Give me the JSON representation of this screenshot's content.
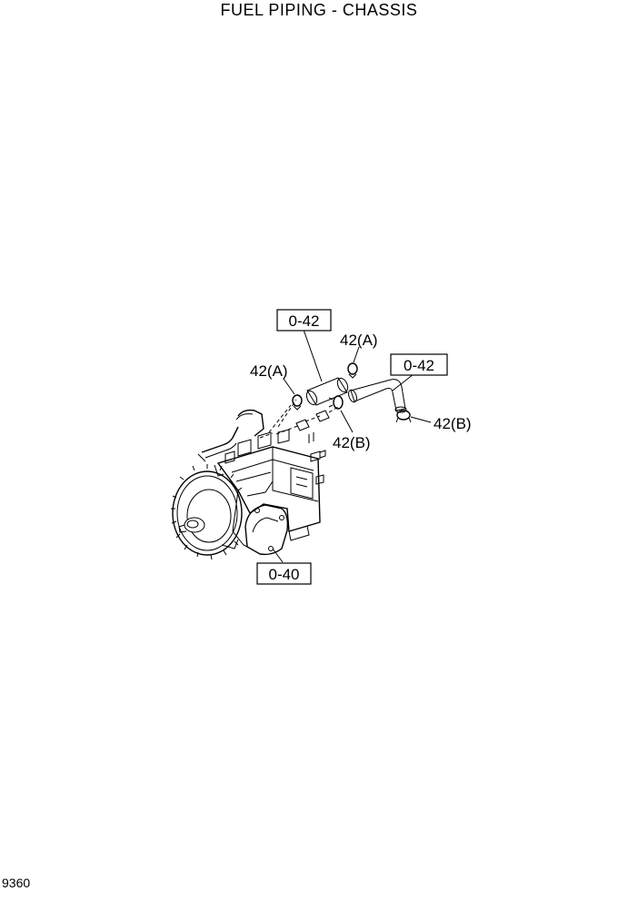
{
  "title": "FUEL PIPING - CHASSIS",
  "page_number": "9360",
  "callouts": {
    "ref_hose_upper": "0-42",
    "ref_hose_right": "0-42",
    "ref_pump": "0-40",
    "clip_a_upper": "42(A)",
    "clip_a_left": "42(A)",
    "clip_b_center": "42(B)",
    "clip_b_right": "42(B)"
  }
}
